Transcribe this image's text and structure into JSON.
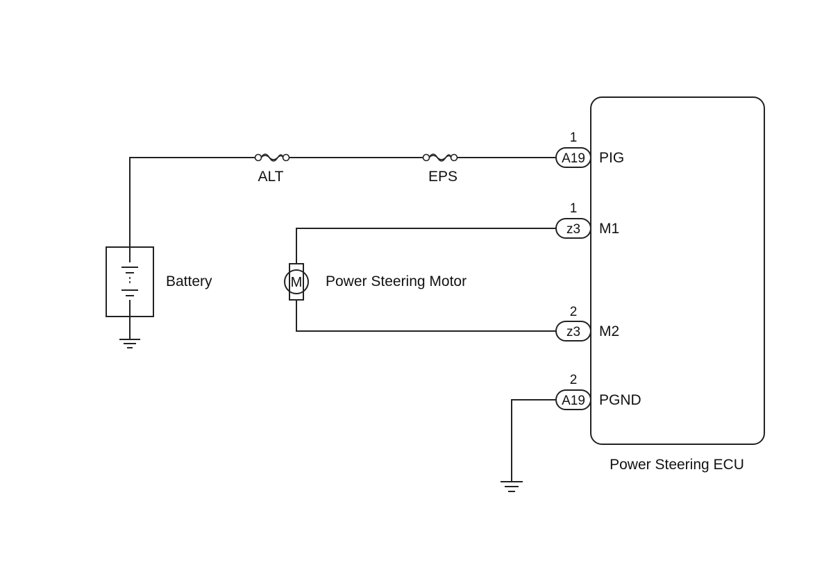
{
  "fuses": [
    {
      "label": "ALT"
    },
    {
      "label": "EPS"
    }
  ],
  "battery": {
    "label": "Battery"
  },
  "motor": {
    "symbol": "M",
    "label": "Power Steering Motor"
  },
  "ecu": {
    "label": "Power Steering ECU",
    "terminals": [
      {
        "connector": "A19",
        "pin": "1",
        "name": "PIG"
      },
      {
        "connector": "z3",
        "pin": "1",
        "name": "M1"
      },
      {
        "connector": "z3",
        "pin": "2",
        "name": "M2"
      },
      {
        "connector": "A19",
        "pin": "2",
        "name": "PGND"
      }
    ]
  },
  "colors": {
    "line": "#222222",
    "text": "#111111",
    "background": "#ffffff"
  }
}
